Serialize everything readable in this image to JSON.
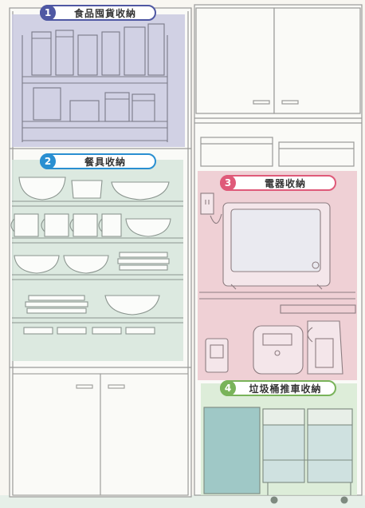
{
  "zones": [
    {
      "number": "1",
      "label": "食品囤貨收納",
      "color": "#4f58a3"
    },
    {
      "number": "2",
      "label": "餐具收納",
      "color": "#2a8fd1"
    },
    {
      "number": "3",
      "label": "電器收納",
      "color": "#df5a79"
    },
    {
      "number": "4",
      "label": "垃圾桶推車收納",
      "color": "#79b35a"
    }
  ]
}
